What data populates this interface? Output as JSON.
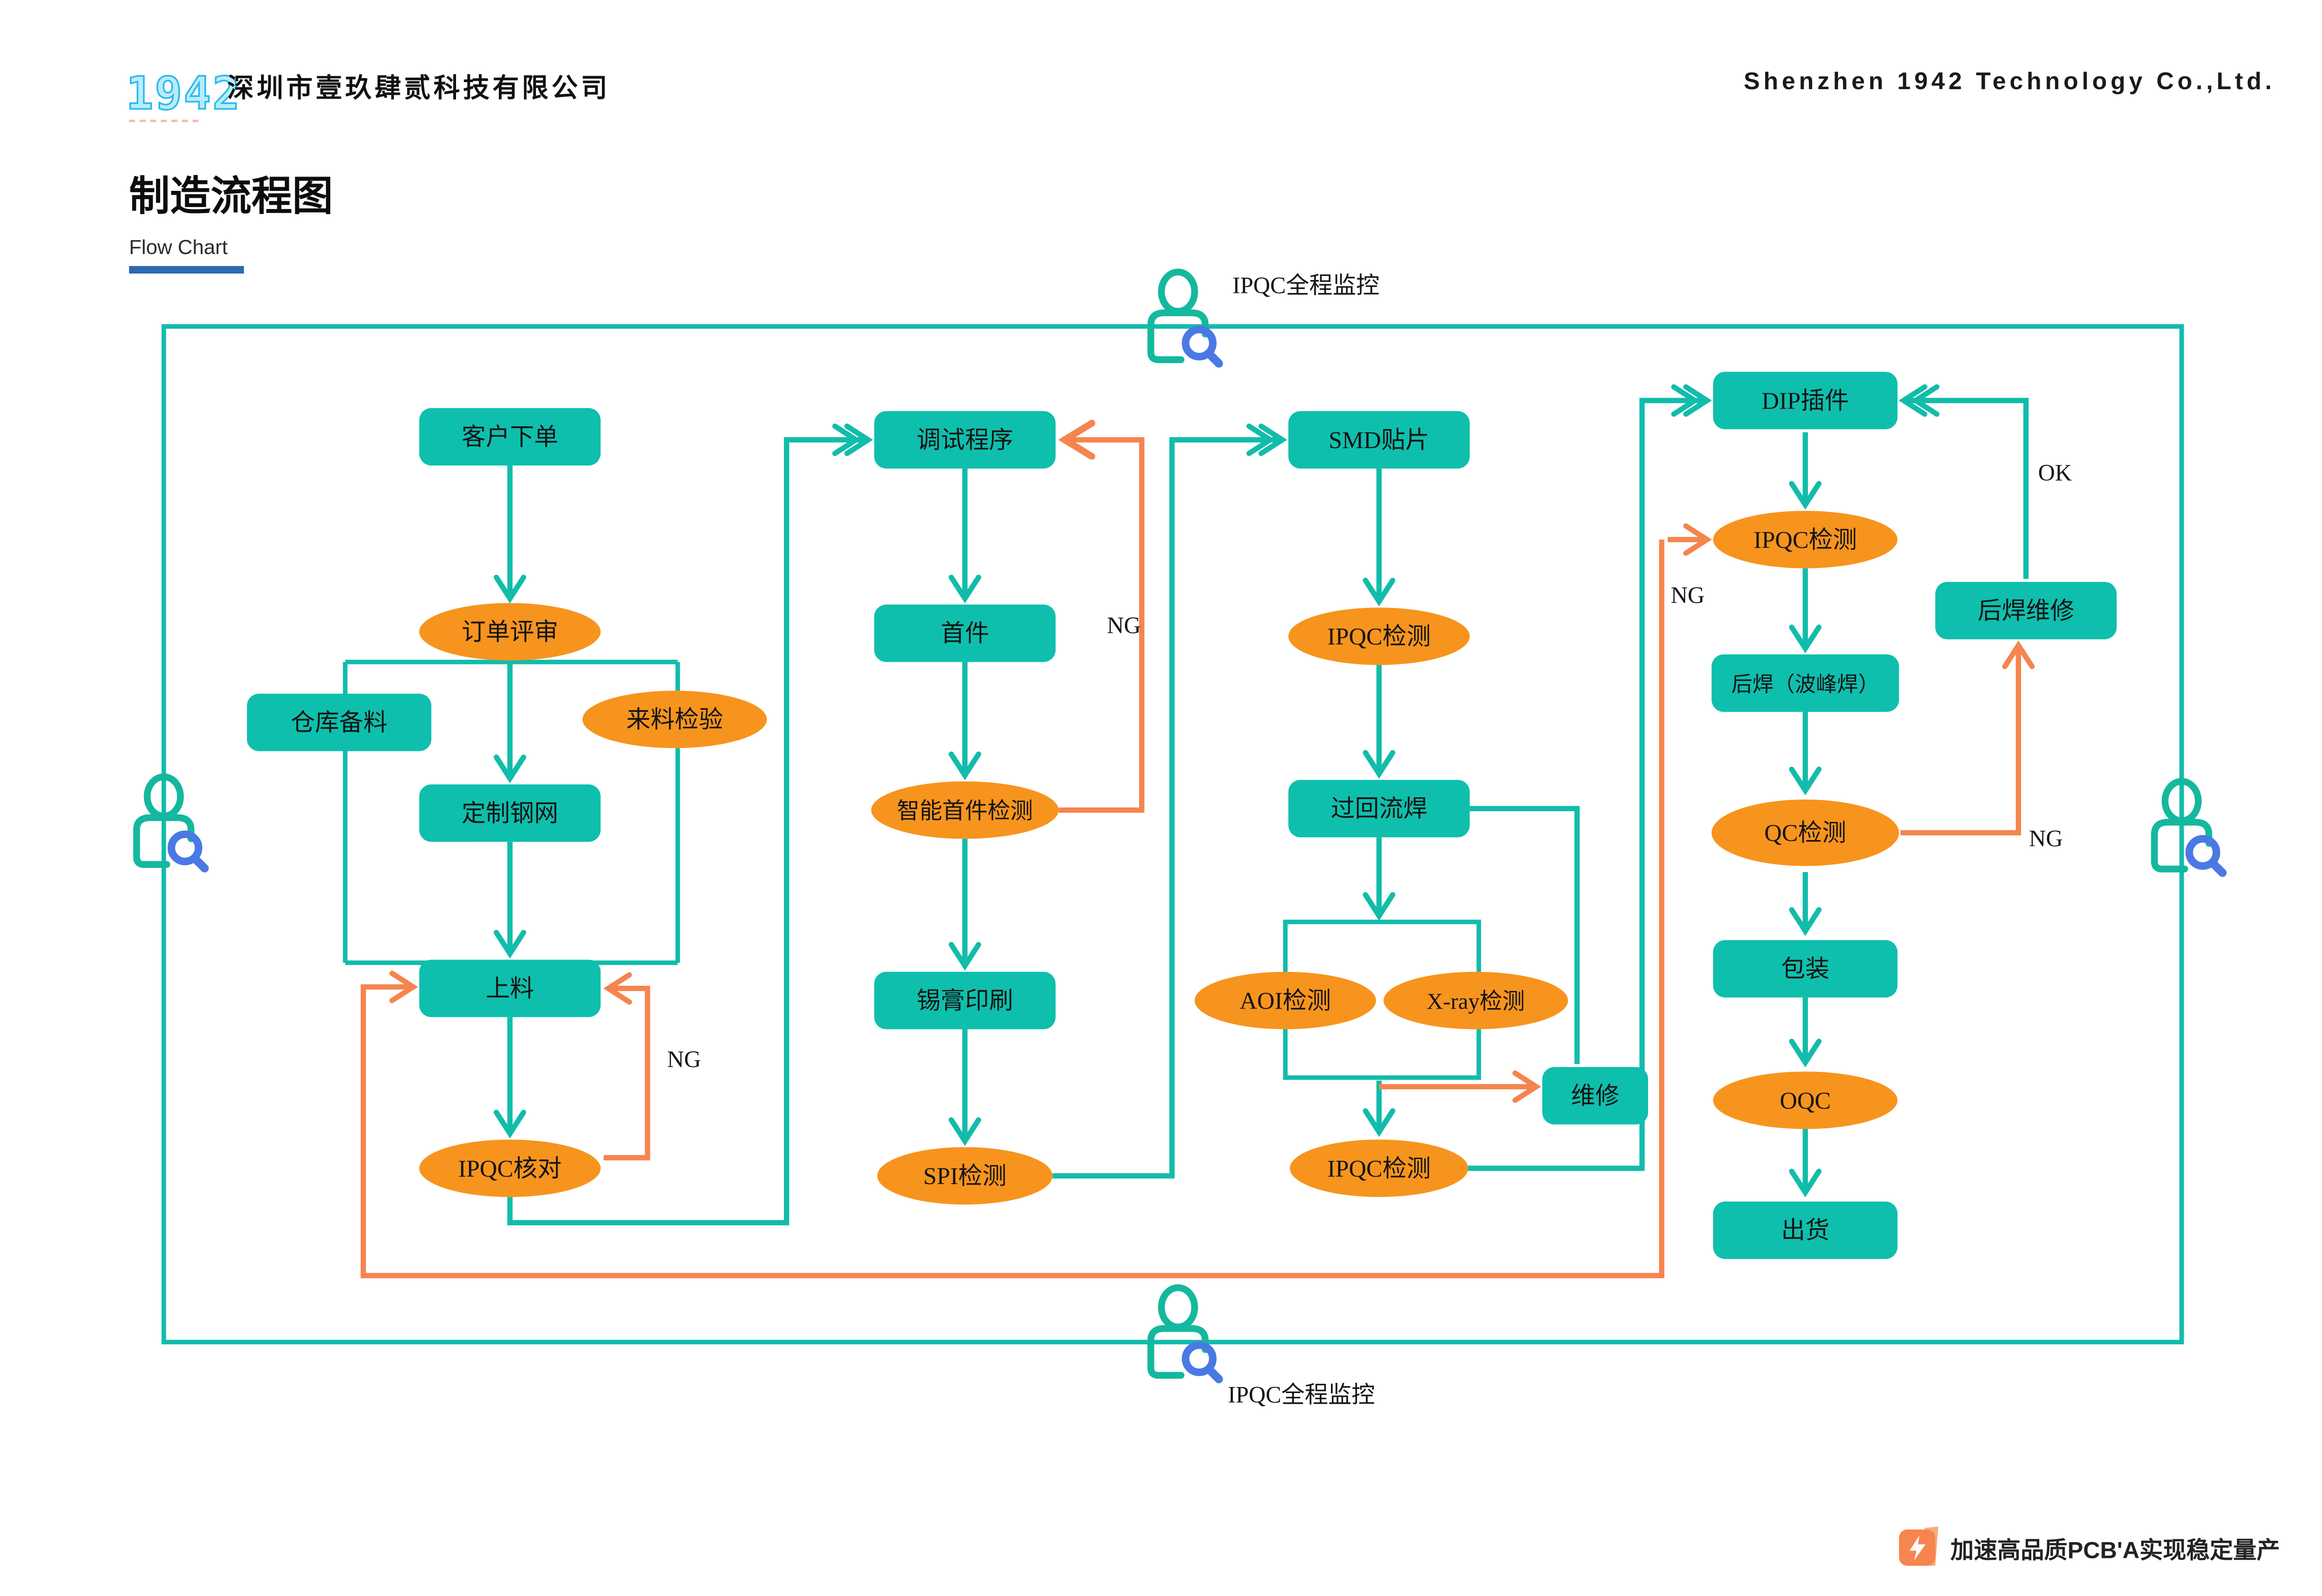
{
  "header": {
    "logo": "1942",
    "company_cn": "深圳市壹玖肆贰科技有限公司",
    "company_en": "Shenzhen 1942 Technology Co.,Ltd."
  },
  "title": {
    "cn": "制造流程图",
    "en": "Flow Chart"
  },
  "monitor": {
    "top": "IPQC全程监控",
    "bottom": "IPQC全程监控"
  },
  "flow": {
    "col1": {
      "customer_order": "客户下单",
      "order_review": "订单评审",
      "warehouse_prep": "仓库备料",
      "incoming_inspection": "来料检验",
      "custom_stencil": "定制钢网",
      "loading": "上料",
      "ipqc_check": "IPQC核对"
    },
    "col2": {
      "debug_program": "调试程序",
      "first_article": "首件",
      "smart_fa_inspection": "智能首件检测",
      "solder_paste_printing": "锡膏印刷",
      "spi_inspection": "SPI检测"
    },
    "col3": {
      "smd": "SMD贴片",
      "ipqc_inspection": "IPQC检测",
      "reflow": "过回流焊",
      "aoi": "AOI检测",
      "xray": "X-ray检测",
      "repair": "维修",
      "ipqc_inspection2": "IPQC检测"
    },
    "col4": {
      "dip": "DIP插件",
      "ipqc_inspection": "IPQC检测",
      "post_weld": "后焊（波峰焊）",
      "qc": "QC检测",
      "packaging": "包装",
      "oqc": "OQC",
      "shipping": "出货",
      "post_weld_repair": "后焊维修"
    },
    "labels": {
      "ng_loading": "NG",
      "ng_debug": "NG",
      "ng_dip": "NG",
      "ng_qc": "NG",
      "ok": "OK"
    }
  },
  "footer": {
    "tagline": "加速高品质PCB'A实现稳定量产"
  },
  "colors": {
    "process_box": "#0ebfad",
    "inspection_ellipse": "#f7941e",
    "flow_line": "#12bcab",
    "ng_line": "#f5854e",
    "person_icon": "#14b89e",
    "magnifier": "#4b79e3",
    "logo_cyan": "#2ab9ec",
    "underline_blue": "#2d68b2",
    "tagline_icon": "#f6854f"
  }
}
